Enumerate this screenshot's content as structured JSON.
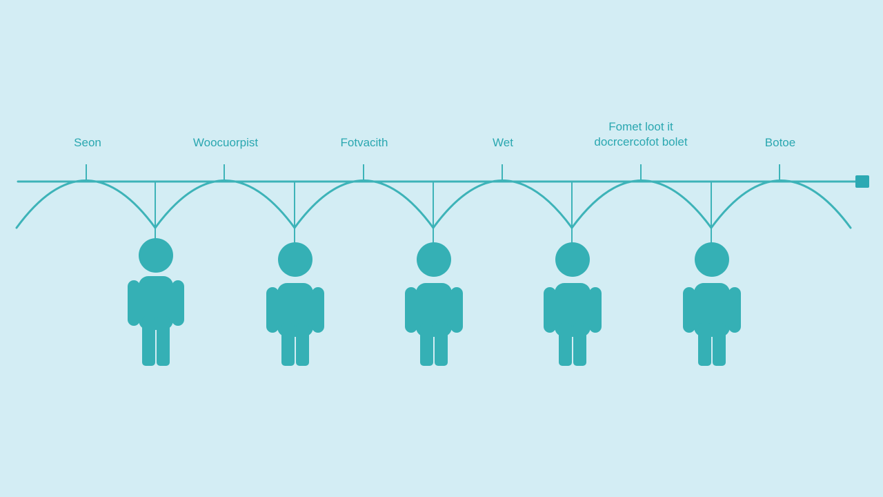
{
  "colors": {
    "background": "#d3edf4",
    "line": "#3db3b8",
    "figure": "#35b0b5",
    "text": "#2aa7b0"
  },
  "timeline": {
    "arrow_end_icon": "square-arrow-head-icon",
    "labels": [
      {
        "lines": [
          "Seon"
        ]
      },
      {
        "lines": [
          "Woocuorpist"
        ]
      },
      {
        "lines": [
          "Fotvacith"
        ]
      },
      {
        "lines": [
          "Wet"
        ]
      },
      {
        "lines": [
          "Fomet loot it",
          "docrcercofot bolet"
        ]
      },
      {
        "lines": [
          "Botoe"
        ]
      }
    ]
  },
  "figures": {
    "count": 5,
    "icon": "person-icon"
  }
}
